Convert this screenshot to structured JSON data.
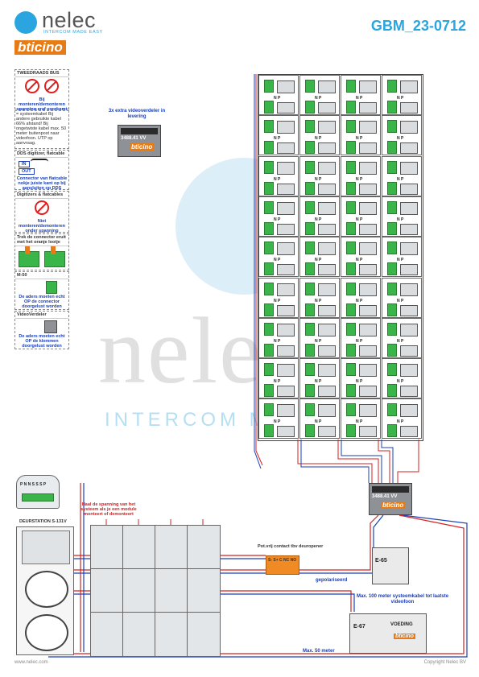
{
  "header": {
    "brand_name": "nelec",
    "brand_tagline": "INTERCOM MADE EASY",
    "partner_brand": "bticino",
    "document_code": "GBM_23-0712"
  },
  "watermark": {
    "name": "nelec",
    "tagline": "INTERCOM MA"
  },
  "notes": [
    {
      "title": "TWEEDRAADS BUS",
      "body": "Bij monteren/demonteren spanning eraf voorkomt defecten!"
    },
    {
      "title": "",
      "body": "= systeemkabel Bij andere gebruikte kabel 66% afstand! Bij ongetwiste kabel max. 50 meter buitenpost naar videofoon. UTP op aanvraag."
    },
    {
      "title": "DDS digitizer, flatcable",
      "in_label": "IN",
      "out_label": "OUT",
      "body": "Connector van flatcable nokje juiste kant op bij aansluiten op DDS"
    },
    {
      "title": "Digitizers & flatcables",
      "body": "Niet monteren/demonteren onder spanning Beldrukkers mogen wel"
    },
    {
      "title": "Trek de connector eruit met het oranje lootje",
      "body": ""
    },
    {
      "title": "M-50",
      "body": "De aders moeten echt OP de connector doorgelust worden"
    },
    {
      "title": "VideoVerdeler",
      "body": "De aders moeten echt OP de klemmen doorgelust worden"
    }
  ],
  "distributor": {
    "label": "3x extra videoverdeler in levering",
    "code": "3488.41 VV",
    "brand": "bticino"
  },
  "grid": {
    "rows": 9,
    "columns": 4,
    "terminal_label": "N P"
  },
  "door_station": {
    "label": "DEURSTATION S-131V",
    "keypad_labels": "P N N  S S S P"
  },
  "warning_note": "Haal de spanning van het systeem als je een module monteert of demonteert",
  "relay": {
    "label": "Pot.vrij contact tbv deuropener",
    "terminals": "S- S+ C NC NO"
  },
  "labels": {
    "polarized": "gepolariseerd",
    "max_100": "Max. 100 meter systeemkabel tot laatste videofoon",
    "max_50": "Max. 50 meter"
  },
  "psu_small": {
    "label": "E-65"
  },
  "psu_large": {
    "label": "E-67",
    "title": "VOEDING",
    "brand": "bticino"
  },
  "footer": {
    "url": "www.nelec.com",
    "copyright": "Copyright Nelec BV"
  },
  "colors": {
    "accent": "#2aa5df",
    "brand_orange": "#e77b16",
    "wire_red": "#d62020",
    "wire_blue": "#1a3fb8",
    "connector_green": "#39b54a"
  }
}
